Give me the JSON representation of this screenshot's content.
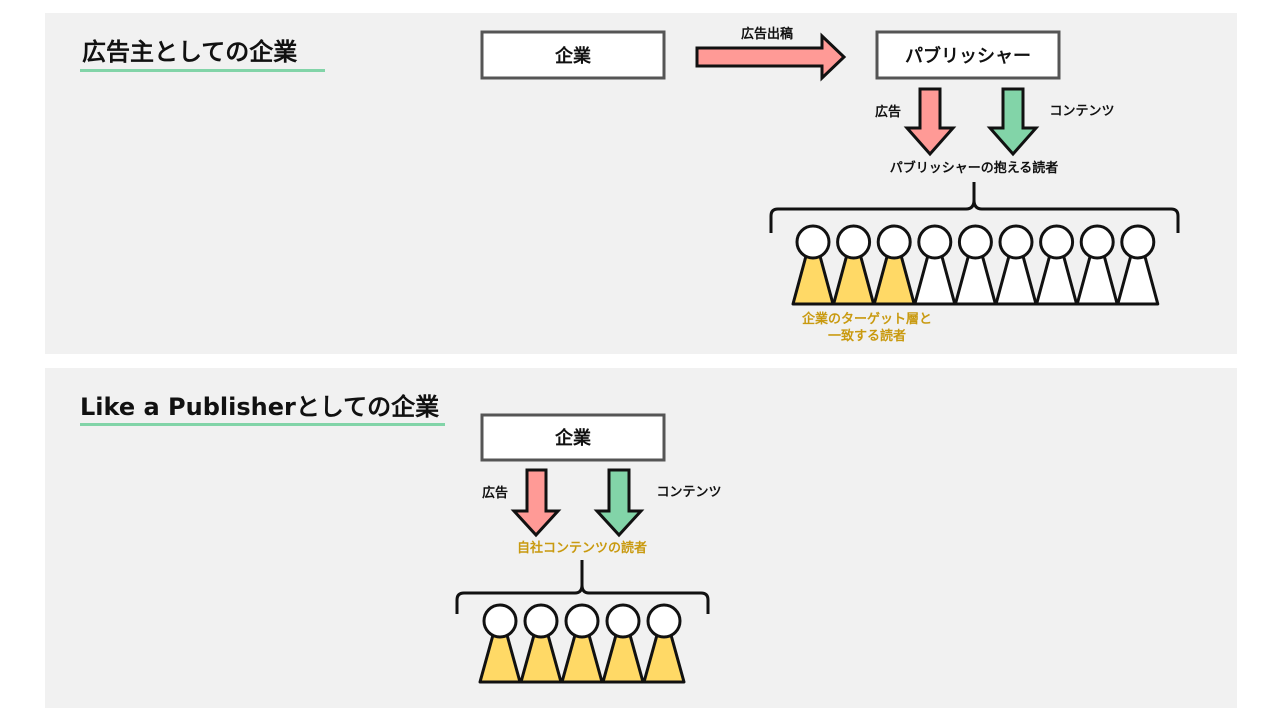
{
  "colors": {
    "panel_bg": "#f1f1f1",
    "underline": "#82d4a8",
    "ad_arrow": "#ff9a96",
    "content_arrow": "#82d4a8",
    "target_reader": "#ffd966",
    "normal_reader": "#ffffff",
    "highlight_text": "#c99a10",
    "box_border": "#555555"
  },
  "section1": {
    "title": "広告主としての企業",
    "company_box": "企業",
    "ad_placement_label": "広告出稿",
    "publisher_box": "パブリッシャー",
    "ad_label": "広告",
    "content_label": "コンテンツ",
    "readers_label": "パブリッシャーの抱える読者",
    "readers": {
      "total": 9,
      "target_count": 3
    },
    "target_note_line1": "企業のターゲット層と",
    "target_note_line2": "一致する読者"
  },
  "section2": {
    "title": "Like a Publisherとしての企業",
    "company_box": "企業",
    "ad_label": "広告",
    "content_label": "コンテンツ",
    "readers_label": "自社コンテンツの読者",
    "readers": {
      "total": 5,
      "target_count": 5
    }
  }
}
